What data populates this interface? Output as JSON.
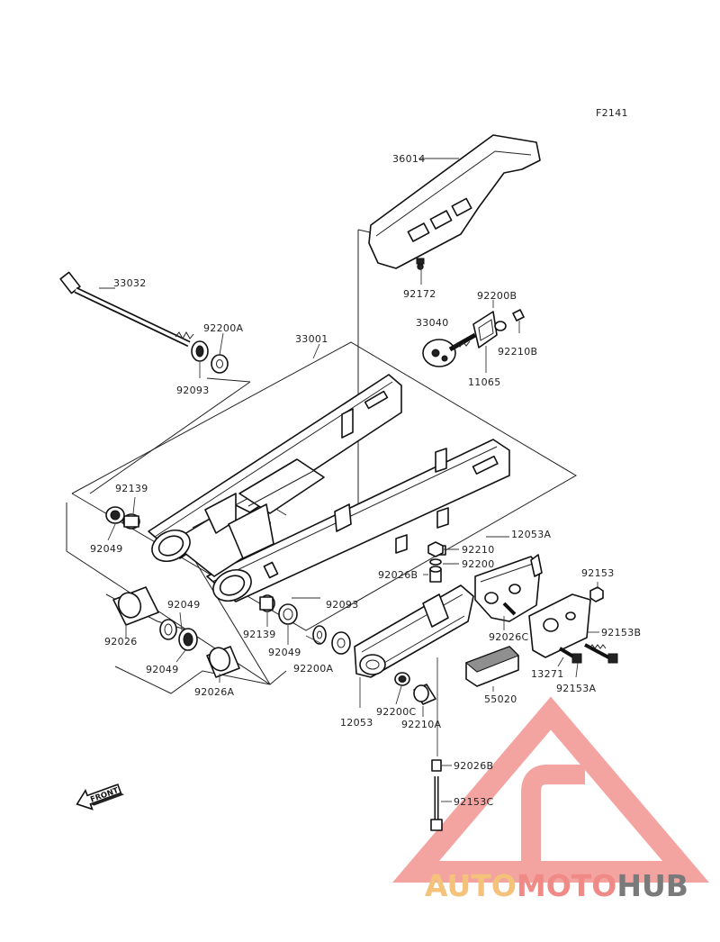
{
  "diagram": {
    "code": "F2141",
    "parts": [
      {
        "id": "p36014",
        "text": "36014"
      },
      {
        "id": "p33032",
        "text": "33032"
      },
      {
        "id": "p92172",
        "text": "92172"
      },
      {
        "id": "p92200B",
        "text": "92200B"
      },
      {
        "id": "p33040",
        "text": "33040"
      },
      {
        "id": "p92210B",
        "text": "92210B"
      },
      {
        "id": "p92200A_top",
        "text": "92200A"
      },
      {
        "id": "p33001",
        "text": "33001"
      },
      {
        "id": "p92093_top",
        "text": "92093"
      },
      {
        "id": "p11065",
        "text": "11065"
      },
      {
        "id": "p92139_left",
        "text": "92139"
      },
      {
        "id": "p92049_left",
        "text": "92049"
      },
      {
        "id": "p12053A",
        "text": "12053A"
      },
      {
        "id": "p92210",
        "text": "92210"
      },
      {
        "id": "p92200",
        "text": "92200"
      },
      {
        "id": "p92153",
        "text": "92153"
      },
      {
        "id": "p92026B_mid",
        "text": "92026B"
      },
      {
        "id": "p92049_mid",
        "text": "92049"
      },
      {
        "id": "p92093_mid",
        "text": "92093"
      },
      {
        "id": "p92026",
        "text": "92026"
      },
      {
        "id": "p92139_mid",
        "text": "92139"
      },
      {
        "id": "p92026C",
        "text": "92026C"
      },
      {
        "id": "p92153B",
        "text": "92153B"
      },
      {
        "id": "p92049_mid2",
        "text": "92049"
      },
      {
        "id": "p92049_low",
        "text": "92049"
      },
      {
        "id": "p92200A_low",
        "text": "92200A"
      },
      {
        "id": "p13271",
        "text": "13271"
      },
      {
        "id": "p92153A",
        "text": "92153A"
      },
      {
        "id": "p92026A",
        "text": "92026A"
      },
      {
        "id": "p55020",
        "text": "55020"
      },
      {
        "id": "p12053",
        "text": "12053"
      },
      {
        "id": "p92200C",
        "text": "92200C"
      },
      {
        "id": "p92210A",
        "text": "92210A"
      },
      {
        "id": "p92026B_low",
        "text": "92026B"
      },
      {
        "id": "p92153C",
        "text": "92153C"
      }
    ],
    "front_arrow_label": "FRONT"
  },
  "watermark": {
    "part1": "AUTO",
    "part2": "MOTO",
    "part3": "HUB",
    "colors": {
      "auto": "#f4c27a",
      "moto": "#f08a86",
      "hub": "#7a7a7a",
      "triangle": "#f29a96"
    }
  }
}
